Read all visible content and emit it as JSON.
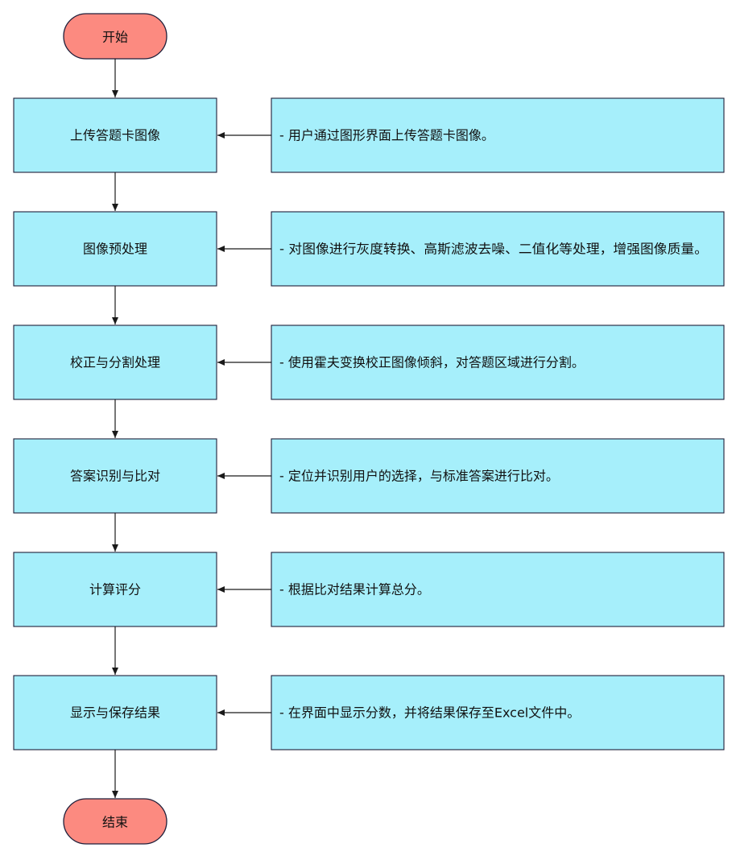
{
  "colors": {
    "terminal_fill": "#FC8A80",
    "step_fill": "#A6EFFB",
    "stroke": "#1f1f3a"
  },
  "start": {
    "label": "开始"
  },
  "end": {
    "label": "结束"
  },
  "steps": [
    {
      "label": "上传答题卡图像",
      "note": "- 用户通过图形界面上传答题卡图像。"
    },
    {
      "label": "图像预处理",
      "note": "- 对图像进行灰度转换、高斯滤波去噪、二值化等处理，增强图像质量。"
    },
    {
      "label": "校正与分割处理",
      "note": "- 使用霍夫变换校正图像倾斜，对答题区域进行分割。"
    },
    {
      "label": "答案识别与比对",
      "note": "- 定位并识别用户的选择，与标准答案进行比对。"
    },
    {
      "label": "计算评分",
      "note": "- 根据比对结果计算总分。"
    },
    {
      "label": "显示与保存结果",
      "note": "- 在界面中显示分数，并将结果保存至Excel文件中。"
    }
  ]
}
